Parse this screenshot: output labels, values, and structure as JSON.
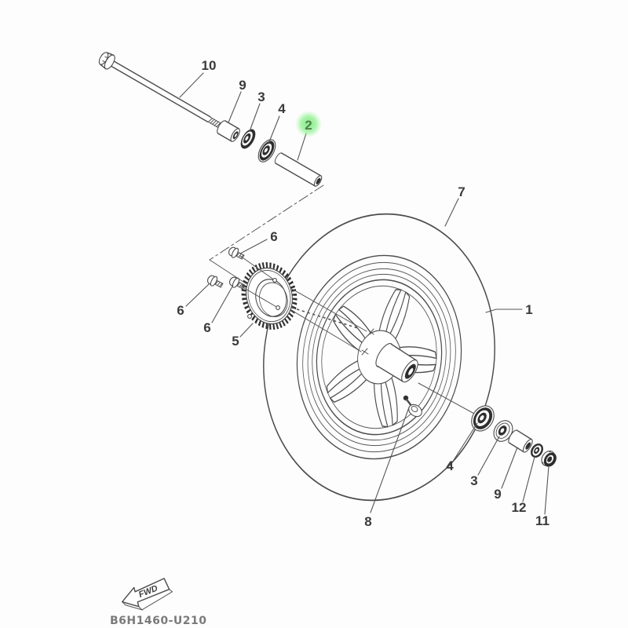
{
  "diagram": {
    "code": "B6H1460-U210",
    "fwd_label": "FWD",
    "colors": {
      "line": "#4b4b4b",
      "dark_part": "#2e2e2e",
      "highlight_glow": "#86ea86",
      "highlight_text": "#55804f",
      "label_text": "#3a3a3a",
      "code_text": "#7a7a7a",
      "background": "#fdfdfd"
    },
    "callouts": {
      "axle": {
        "label": "10",
        "highlighted": false
      },
      "spacer_top": {
        "label": "9",
        "highlighted": false
      },
      "seal_top": {
        "label": "3",
        "highlighted": false
      },
      "bearing_top": {
        "label": "4",
        "highlighted": false
      },
      "collar": {
        "label": "2",
        "highlighted": true
      },
      "bolt_a": {
        "label": "6",
        "highlighted": false
      },
      "bolt_b": {
        "label": "6",
        "highlighted": false
      },
      "bolt_c": {
        "label": "6",
        "highlighted": false
      },
      "sensor_ring": {
        "label": "5",
        "highlighted": false
      },
      "tire": {
        "label": "7",
        "highlighted": false
      },
      "wheel": {
        "label": "1",
        "highlighted": false
      },
      "valve": {
        "label": "8",
        "highlighted": false
      },
      "bearing_right": {
        "label": "4",
        "highlighted": false
      },
      "seal_right": {
        "label": "3",
        "highlighted": false
      },
      "spacer_right": {
        "label": "9",
        "highlighted": false
      },
      "washer": {
        "label": "12",
        "highlighted": false
      },
      "nut": {
        "label": "11",
        "highlighted": false
      }
    }
  }
}
